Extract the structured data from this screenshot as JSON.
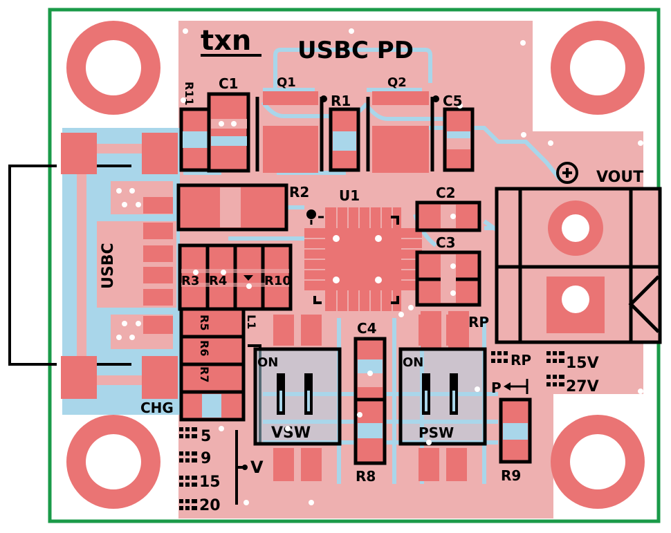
{
  "board": {
    "title": "USBC PD",
    "logo": "txn",
    "colors": {
      "outline": "#1a9a48",
      "copper": "#ea7474",
      "copper_light": "#eeadad",
      "trace": "#a9d6ea",
      "silkscreen": "#000000",
      "drill": "#ffffff"
    }
  },
  "labels": {
    "usbc": "USBC",
    "chg": "CHG",
    "c1": "C1",
    "c2": "C2",
    "c3": "C3",
    "c4": "C4",
    "c5": "C5",
    "q1": "Q1",
    "q2": "Q2",
    "r1": "R1",
    "r2": "R2",
    "r3": "R3",
    "r4": "R4",
    "r5": "R5",
    "r6": "R6",
    "r7": "R7",
    "r8": "R8",
    "r9": "R9",
    "r10": "R10",
    "r11": "R11",
    "l1": "L1",
    "u1": "U1",
    "rp_top": "RP",
    "vout": "VOUT",
    "vsw": "VSW",
    "psw": "PSW",
    "on_vsw": "ON",
    "on_psw": "ON",
    "rp_legend": "RP",
    "p_legend": "P",
    "v_legend": "V",
    "v15": "15V",
    "v27": "27V",
    "volt_5": "5",
    "volt_9": "9",
    "volt_15": "15",
    "volt_20": "20"
  }
}
